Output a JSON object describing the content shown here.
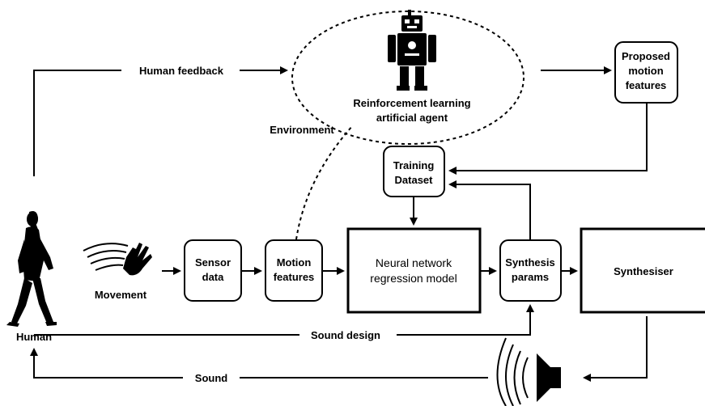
{
  "agent": {
    "line1": "Reinforcement learning",
    "line2": "artificial agent",
    "icon": "robot-icon"
  },
  "proposed": {
    "line1": "Proposed",
    "line2": "motion",
    "line3": "features"
  },
  "training": {
    "line1": "Training",
    "line2": "Dataset"
  },
  "sensor": {
    "line1": "Sensor",
    "line2": "data"
  },
  "motion": {
    "line1": "Motion",
    "line2": "features"
  },
  "nn": {
    "line1": "Neural network",
    "line2": "regression model"
  },
  "synth_params": {
    "line1": "Synthesis",
    "line2": "params"
  },
  "synthesiser": {
    "label": "Synthesiser"
  },
  "labels": {
    "human_feedback": "Human feedback",
    "environment": "Environment",
    "movement": "Movement",
    "human": "Human",
    "sound_design": "Sound design",
    "sound": "Sound"
  },
  "icons": {
    "human": "human-walking-icon",
    "hand": "waving-hand-icon",
    "speaker": "speaker-icon"
  }
}
